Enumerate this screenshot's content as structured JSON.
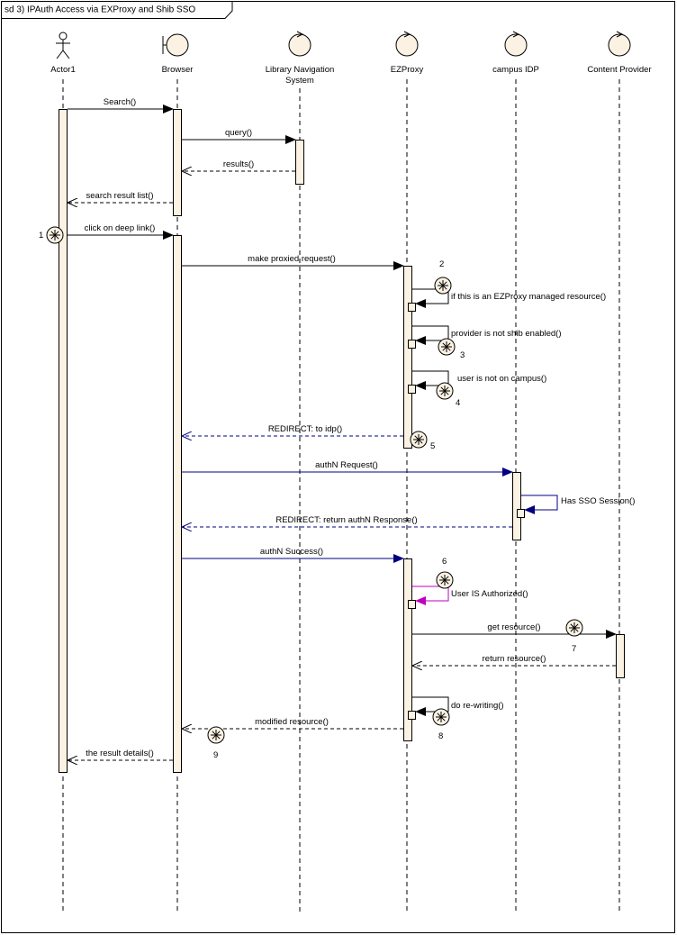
{
  "frame_title": "sd 3) IPAuth Access via EXProxy and Shib SSO",
  "lifelines": [
    {
      "id": "actor1",
      "label": "Actor1",
      "label2": "",
      "kind": "actor"
    },
    {
      "id": "browser",
      "label": "Browser",
      "label2": "",
      "kind": "boundary"
    },
    {
      "id": "libnav",
      "label": "Library Navigation",
      "label2": "System",
      "kind": "control"
    },
    {
      "id": "ezproxy",
      "label": "EZProxy",
      "label2": "",
      "kind": "control"
    },
    {
      "id": "idp",
      "label": "campus IDP",
      "label2": "",
      "kind": "control"
    },
    {
      "id": "provider",
      "label": "Content Provider",
      "label2": "",
      "kind": "control"
    }
  ],
  "messages": [
    {
      "label": "Search()",
      "from": "actor1",
      "to": "browser",
      "type": "sync",
      "color": "#000000"
    },
    {
      "label": "query()",
      "from": "browser",
      "to": "libnav",
      "type": "sync",
      "color": "#000000"
    },
    {
      "label": "results()",
      "from": "libnav",
      "to": "browser",
      "type": "return",
      "color": "#000000"
    },
    {
      "label": "search result list()",
      "from": "browser",
      "to": "actor1",
      "type": "return",
      "color": "#000000"
    },
    {
      "label": "click on deep link()",
      "from": "actor1",
      "to": "browser",
      "type": "sync",
      "color": "#000000"
    },
    {
      "label": "make proxied request()",
      "from": "browser",
      "to": "ezproxy",
      "type": "sync",
      "color": "#000000"
    },
    {
      "label": "if this is an EZProxy managed resource()",
      "from": "ezproxy",
      "to": "ezproxy",
      "type": "self",
      "color": "#000000"
    },
    {
      "label": "provider is not shib enabled()",
      "from": "ezproxy",
      "to": "ezproxy",
      "type": "self",
      "color": "#000000"
    },
    {
      "label": "user is not on campus()",
      "from": "ezproxy",
      "to": "ezproxy",
      "type": "self",
      "color": "#000000"
    },
    {
      "label": "REDIRECT: to idp()",
      "from": "ezproxy",
      "to": "browser",
      "type": "return",
      "color": "#000080"
    },
    {
      "label": "authN Request()",
      "from": "browser",
      "to": "idp",
      "type": "sync",
      "color": "#000080"
    },
    {
      "label": "Has SSO Session()",
      "from": "idp",
      "to": "idp",
      "type": "self",
      "color": "#000080"
    },
    {
      "label": "REDIRECT: return authN Response()",
      "from": "idp",
      "to": "browser",
      "type": "return",
      "color": "#000080"
    },
    {
      "label": "authN Success()",
      "from": "browser",
      "to": "ezproxy",
      "type": "sync",
      "color": "#000080"
    },
    {
      "label": "User IS Authorized()",
      "from": "ezproxy",
      "to": "ezproxy",
      "type": "self",
      "color": "#c000c0"
    },
    {
      "label": "get resource()",
      "from": "ezproxy",
      "to": "provider",
      "type": "sync",
      "color": "#000000"
    },
    {
      "label": "return resource()",
      "from": "provider",
      "to": "ezproxy",
      "type": "return",
      "color": "#000000"
    },
    {
      "label": "do re-writing()",
      "from": "ezproxy",
      "to": "ezproxy",
      "type": "self",
      "color": "#000000"
    },
    {
      "label": "modified resource()",
      "from": "ezproxy",
      "to": "browser",
      "type": "return",
      "color": "#000000"
    },
    {
      "label": "the result details()",
      "from": "browser",
      "to": "actor1",
      "type": "return",
      "color": "#000000"
    }
  ],
  "markers": [
    {
      "number": "1"
    },
    {
      "number": "2"
    },
    {
      "number": "3"
    },
    {
      "number": "4"
    },
    {
      "number": "5"
    },
    {
      "number": "6"
    },
    {
      "number": "7"
    },
    {
      "number": "8"
    },
    {
      "number": "9"
    }
  ]
}
